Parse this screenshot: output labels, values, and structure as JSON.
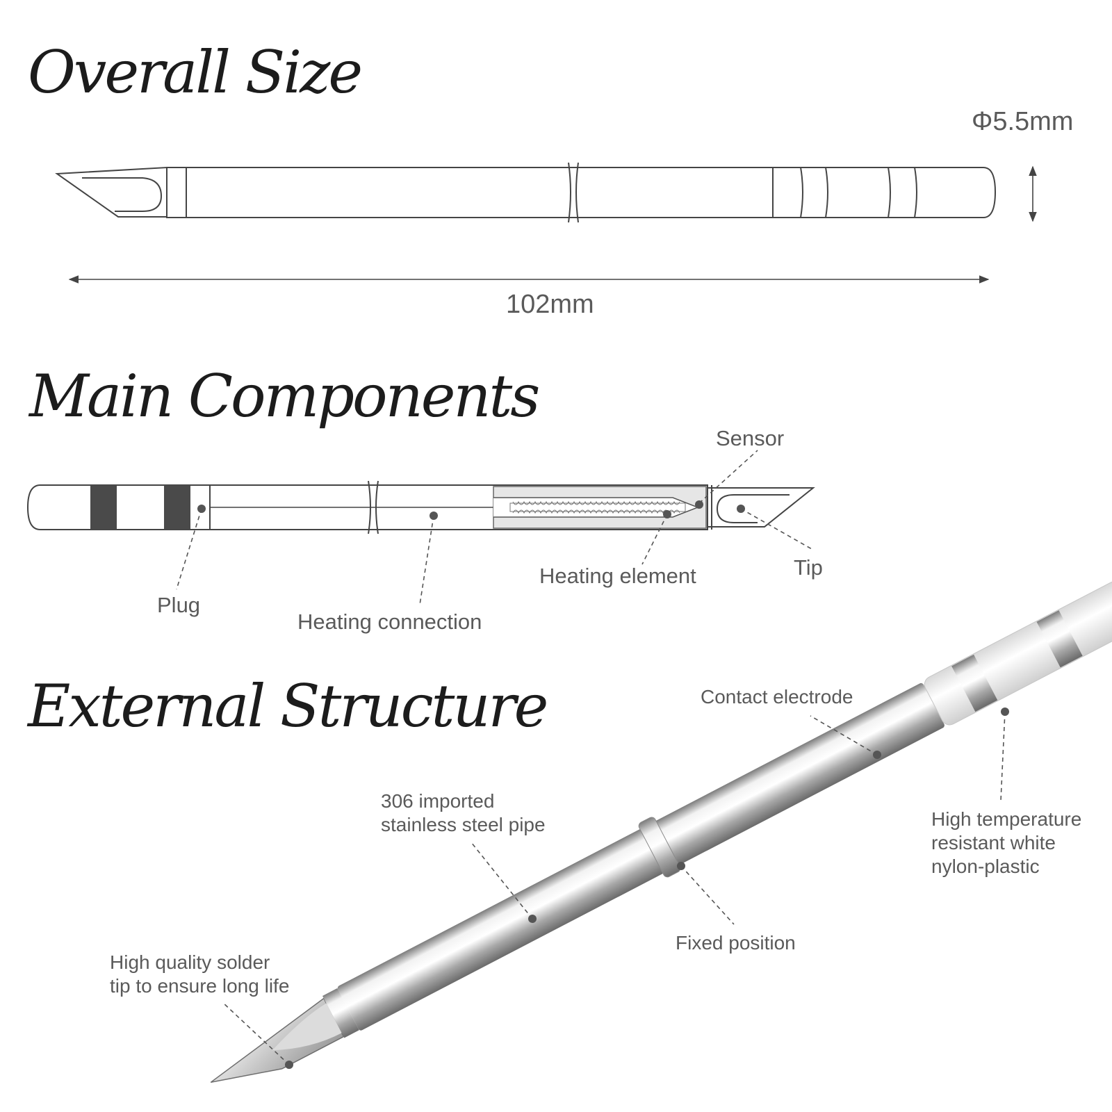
{
  "sections": {
    "overall_size": {
      "title": "Overall Size",
      "diameter_label": "Φ5.5mm",
      "length_label": "102mm"
    },
    "main_components": {
      "title": "Main Components",
      "labels": {
        "sensor": "Sensor",
        "tip": "Tip",
        "heating_element": "Heating element",
        "plug": "Plug",
        "heating_connection": "Heating connection"
      }
    },
    "external_structure": {
      "title": "External Structure",
      "labels": {
        "contact_electrode": "Contact electrode",
        "steel_pipe_line1": "306 imported",
        "steel_pipe_line2": "stainless steel pipe",
        "nylon_line1": "High temperature",
        "nylon_line2": "resistant white",
        "nylon_line3": "nylon-plastic",
        "fixed_position": "Fixed position",
        "solder_tip_line1": "High quality solder",
        "solder_tip_line2": "tip to ensure long life"
      }
    }
  },
  "colors": {
    "title": "#1c1c1c",
    "label": "#5a5a5a",
    "line": "#444444",
    "band": "#4a4a4a",
    "leader": "#555555"
  }
}
